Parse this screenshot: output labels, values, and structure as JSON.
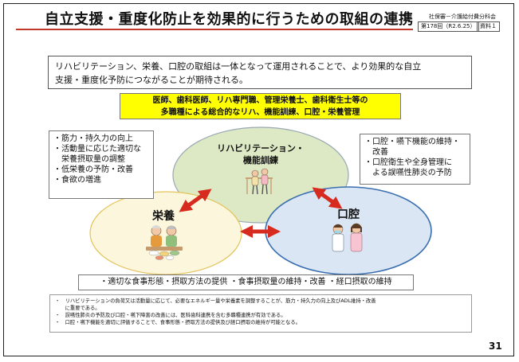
{
  "title": "自立支援・重度化防止を効果的に行うための取組の連携",
  "header_meta": {
    "committee": "社保審－介護給付費分科会",
    "session": "第178回（R2.6.25）",
    "doc": "資料１"
  },
  "intro": [
    "リハビリテーション、栄養、口腔の取組は一体となって運用されることで、より効果的な自立",
    "支援・重度化予防につながることが期待される。"
  ],
  "professionals": [
    "医師、歯科医師、リハ専門職、管理栄養士、歯科衛生士等の",
    "多職種による総合的なリハ、機能訓練、口腔・栄養管理"
  ],
  "left_box": [
    "・筋力・持久力の向上",
    "・活動量に応じた適切な",
    "　栄養摂取量の調整",
    "・低栄養の予防・改善",
    "・食欲の増進"
  ],
  "right_box": [
    "・口腔・嚥下機能の維持・",
    "　改善",
    "・口腔衛生や全身管理に",
    "　よる誤嚥性肺炎の予防"
  ],
  "circles": {
    "rehab": [
      "リハビリテーション・",
      "機能訓練"
    ],
    "nutrition": "栄養",
    "oral": "口腔"
  },
  "bottom_bar": "・適切な食事形態・摂取方法の提供 ・食事摂取量の維持・改善 ・経口摂取の維持",
  "notes": [
    "・　リハビリテーションの負荷又は活動量に応じて、必要なエネルギー量や栄養素を調整することが、筋力・持久力の向上及びADL維持・改善",
    "　　に重要である。",
    "・　誤嚥性肺炎の予防及び口腔・嚥下障害の改善には、医科歯科連携を含む多職種連携が有効である。",
    "・　口腔・嚥下機能を適切に評価することで、食事形態・摂取方法の提供及び経口摂取の維持が可能となる。"
  ],
  "page_number": "31",
  "colors": {
    "accent_red": "#d62b1e",
    "rehab_fill": "#dde8c4",
    "nutrition_fill": "#fbf6dc",
    "oral_fill": "#dbe6f4",
    "highlight": "#ffff00"
  }
}
